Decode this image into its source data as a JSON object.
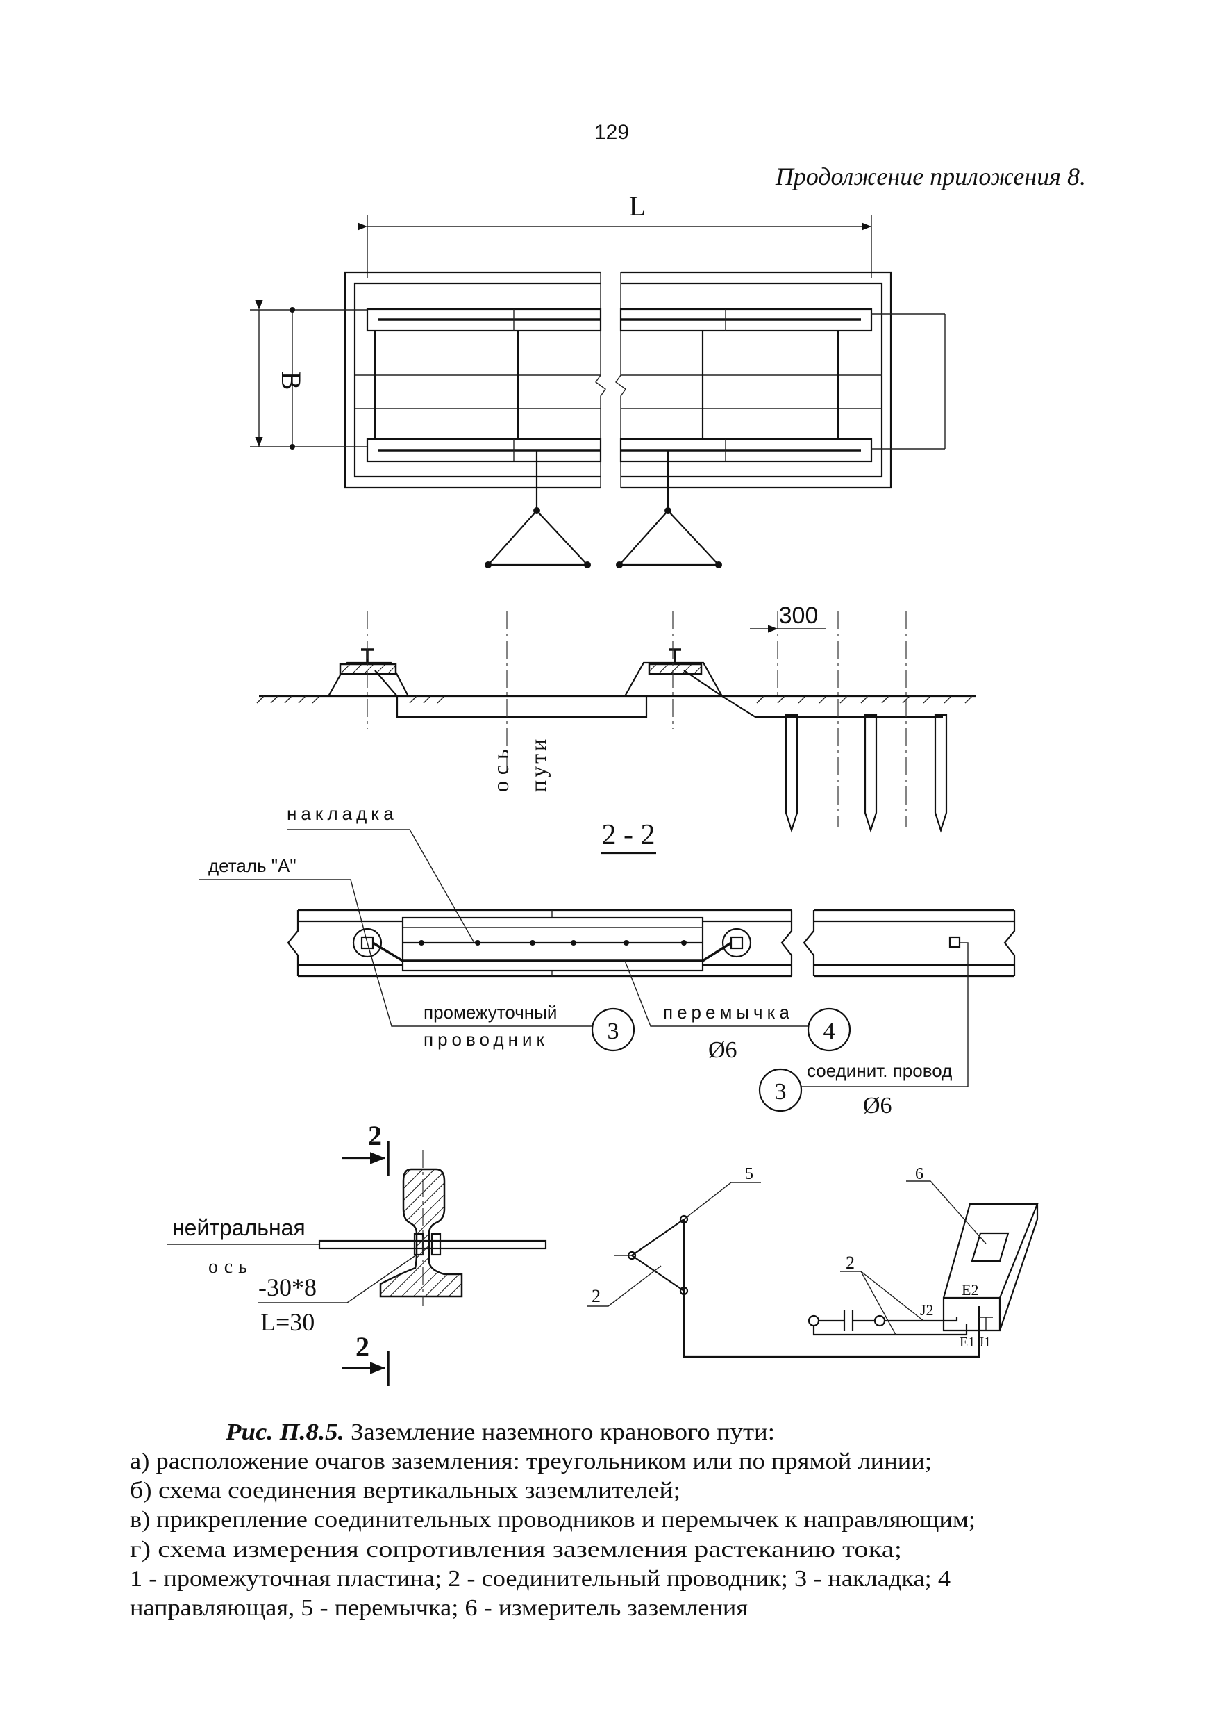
{
  "page": {
    "number": "129",
    "continuation": "Продолжение приложения 8."
  },
  "plan": {
    "dim_length": "L",
    "dim_width": "B"
  },
  "section_b": {
    "dim_spacing": "300",
    "axis_label_1": "ось",
    "axis_label_2": "пути"
  },
  "section_22": {
    "title": "2 - 2",
    "overlay_label": "накладка",
    "detail_label": "деталь \"А\"",
    "intermediate_1": "промежуточный",
    "intermediate_2": "проводник",
    "callout_3a": "3",
    "jumper_label": "перемычка",
    "callout_4": "4",
    "jumper_diam": "Ø6",
    "connector_label": "соединит. провод",
    "callout_3b": "3",
    "connector_diam": "Ø6"
  },
  "rail_section": {
    "cut_top": "2",
    "cut_bottom": "2",
    "neutral_1": "нейтральная",
    "neutral_2": "ось",
    "plate_size": "-30*8",
    "plate_length": "L=30"
  },
  "measure_scheme": {
    "label_5": "5",
    "label_2a": "2",
    "label_2b": "2",
    "label_6": "6",
    "term_j2": "J2",
    "term_e2": "E2",
    "term_e1j1": "E1 J1"
  },
  "caption": {
    "fig_ref": "Рис. П.8.5.",
    "title": " Заземление наземного кранового пути:",
    "lines": [
      "а) расположение очагов заземления: треугольником или по прямой линии;",
      "б) схема соединения вертикальных заземлителей;",
      "в) прикрепление соединительных проводников и перемычек к направляющим;",
      "г) схема измерения сопротивления заземления растеканию тока;",
      "1 - промежуточная пластина; 2 - соединительный проводник; 3 - накладка; 4",
      "направляющая, 5 - перемычка; 6 - измеритель заземления"
    ]
  }
}
